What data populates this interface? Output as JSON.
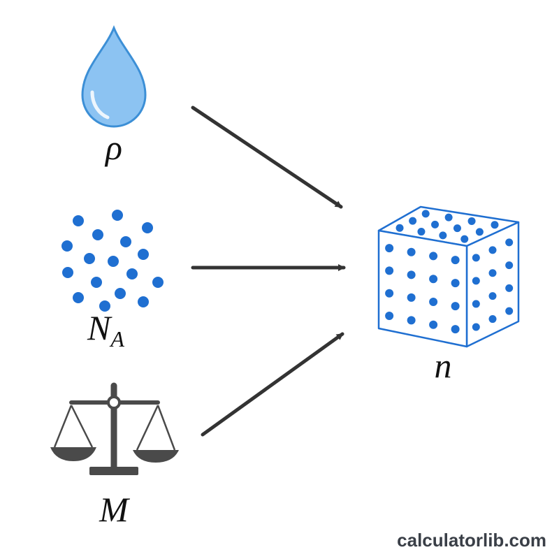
{
  "labels": {
    "density": "ρ",
    "avogadro_base": "N",
    "avogadro_sub": "A",
    "molar_mass": "M",
    "number_density": "n"
  },
  "watermark": "calculatorlib.com",
  "icons": {
    "density": "water-drop-icon",
    "avogadro": "particle-cluster-icon",
    "molar_mass": "balance-scale-icon",
    "number_density": "particle-cube-icon"
  },
  "colors": {
    "drop_fill": "#8cc3f2",
    "drop_stroke": "#3c8fd6",
    "particle": "#1f6fd1",
    "cube_stroke": "#1f6fd1",
    "arrow": "#333333",
    "scale": "#4a4a4a",
    "text": "#111111",
    "watermark": "#3a3f47"
  }
}
